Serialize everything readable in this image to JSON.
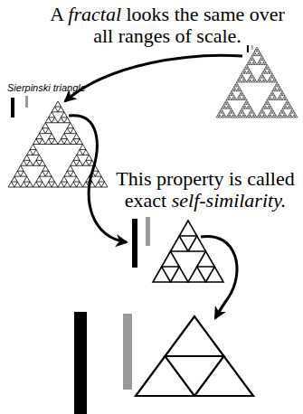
{
  "diagram": {
    "labels": [
      "A",
      "fractal",
      "looks the same over all ranges of scale.",
      "Sierpinski triangle",
      "This property is called exact",
      "self-similarity."
    ]
  }
}
